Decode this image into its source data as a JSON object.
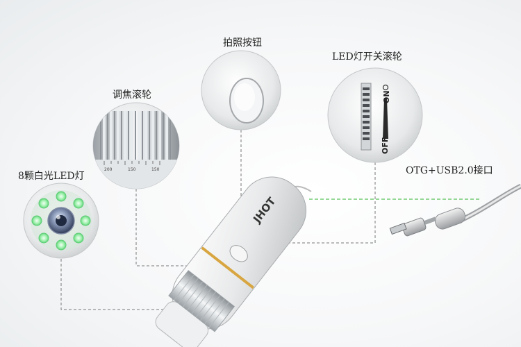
{
  "callouts": {
    "shutter_button": "拍照按钮",
    "led_switch_wheel": "LED灯开关滚轮",
    "focus_wheel": "调焦滚轮",
    "white_leds": "8颗白光LED灯",
    "otg_usb": "OTG+USB2.0接口"
  },
  "device": {
    "brand_mark": "JHOT"
  },
  "focus_scale": [
    "200",
    "150",
    "150"
  ],
  "led_switch": {
    "on_label": "ON",
    "off_label": "OFF"
  },
  "colors": {
    "leader_line": "#777777",
    "usb_leader": "#2db32d",
    "led_glow": "#7be08f",
    "device_body": "#ececec",
    "accent_ring": "#d8a640"
  }
}
